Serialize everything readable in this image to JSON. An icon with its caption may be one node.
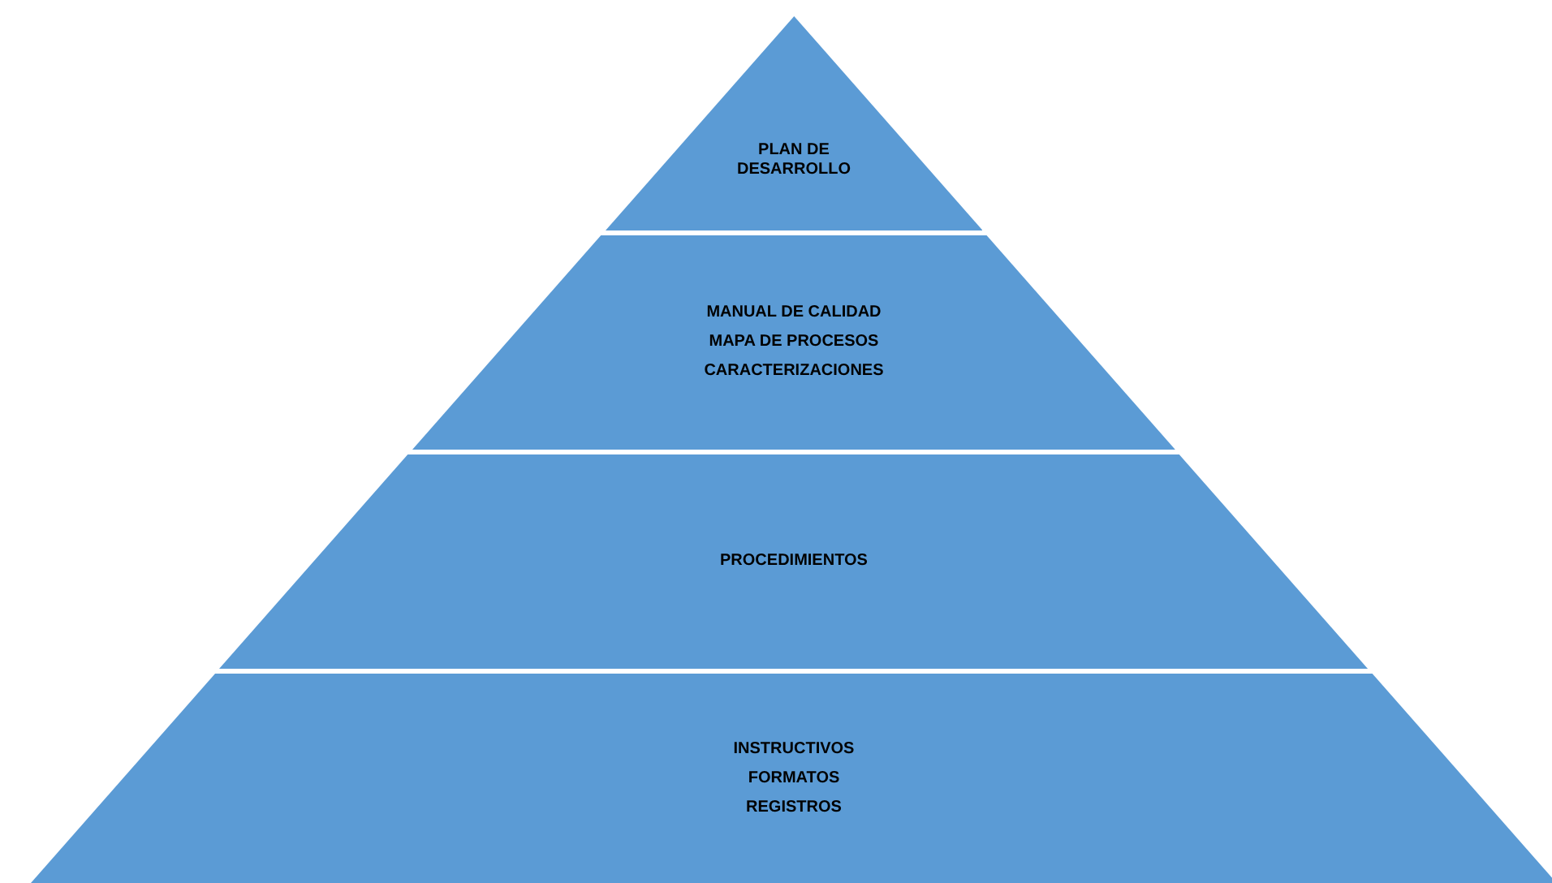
{
  "diagram": {
    "nodes": [
      {
        "text": [
          "PLAN DE DESARROLLO"
        ]
      },
      {
        "text": [
          "MANUAL DE CALIDAD",
          "MAPA DE PROCESOS",
          "CARACTERIZACIONES"
        ]
      },
      {
        "text": [
          "PROCEDIMIENTOS"
        ]
      },
      {
        "text": [
          "INSTRUCTIVOS",
          "FORMATOS",
          "REGISTROS"
        ]
      }
    ]
  }
}
